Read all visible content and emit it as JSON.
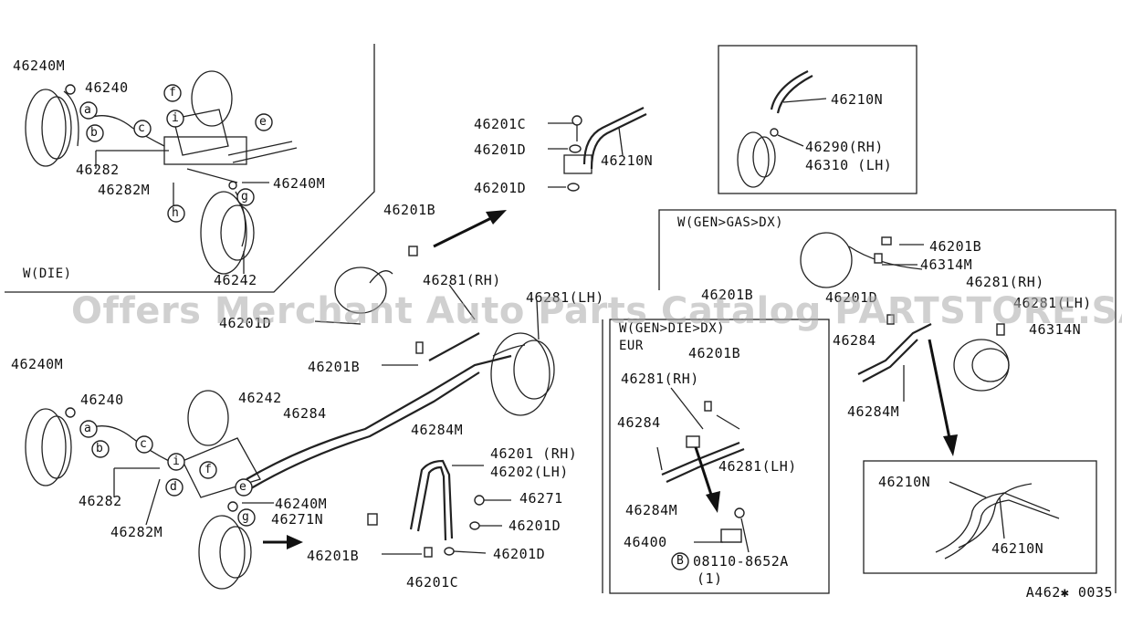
{
  "watermark": "Offers Merchant Auto Parts Catalog PARTSTORE.SA",
  "diagram_code": "A462✱ 0035",
  "sections": {
    "w_die": "W(DIE)",
    "w_gen_gas_dx": "W(GEN>GAS>DX)",
    "w_gen_die_dx": "W(GEN>DIE>DX)",
    "eur": "EUR"
  },
  "callouts": [
    "a",
    "b",
    "c",
    "d",
    "e",
    "f",
    "g",
    "h",
    "i"
  ],
  "labels": {
    "tl_46240M_top": "46240M",
    "tl_46240_top": "46240",
    "tl_46282_top": "46282",
    "tl_46282M_top": "46282M",
    "tl_46240M_mid": "46240M",
    "tl_46242_top": "46242",
    "tc_46201C": "46201C",
    "tc_46201D_a": "46201D",
    "tc_46210N": "46210N",
    "tc_46201D_b": "46201D",
    "tr_46210N": "46210N",
    "tr_46290RH": "46290(RH)",
    "tr_46310LH": "46310 (LH)",
    "m_46201B_a": "46201B",
    "m_46281RH": "46281(RH)",
    "m_46281LH": "46281(LH)",
    "m_46201D": "46201D",
    "m_46201B_b": "46201B",
    "bl_46240M": "46240M",
    "bl_46240": "46240",
    "bl_46242": "46242",
    "bl_46284": "46284",
    "bl_46284M": "46284M",
    "bl_46282": "46282",
    "bl_46282M": "46282M",
    "bl_46240M_b": "46240M",
    "bl_46271N": "46271N",
    "bc_46201RH": "46201 (RH)",
    "bc_46202LH": "46202(LH)",
    "bc_46271": "46271",
    "bc_46201D_a": "46201D",
    "bc_46201B": "46201B",
    "bc_46201D_b": "46201D",
    "bc_46201C": "46201C",
    "r_46201B_a": "46201B",
    "r_46314M": "46314M",
    "r_46281RH": "46281(RH)",
    "r_46201B_b": "46201B",
    "r_46201D": "46201D",
    "r_46281LH": "46281(LH)",
    "r_46314N": "46314N",
    "r_46284": "46284",
    "r_46284M": "46284M",
    "e_46201B": "46201B",
    "e_46281RH": "46281(RH)",
    "e_46284": "46284",
    "e_46281LH": "46281(LH)",
    "e_46284M": "46284M",
    "e_46400": "46400",
    "e_bolt_prefix": "B",
    "e_bolt": "08110-8652A",
    "e_qty": "(1)",
    "d_46210N_a": "46210N",
    "d_46210N_b": "46210N"
  }
}
